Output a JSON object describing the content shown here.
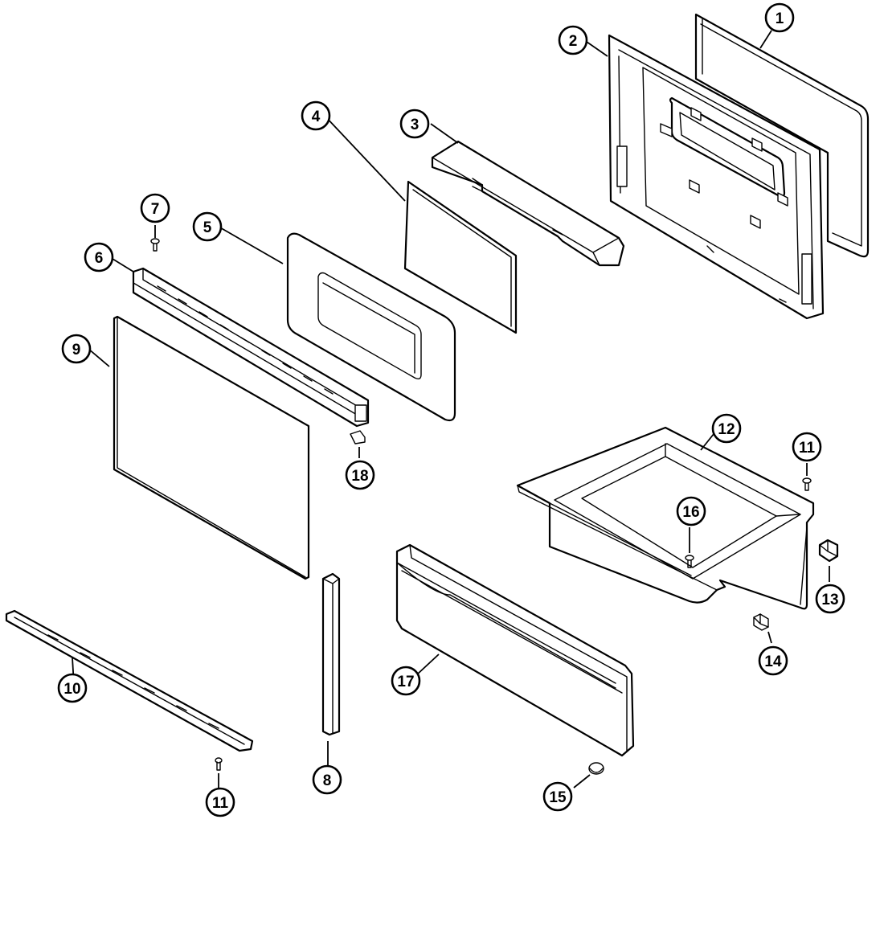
{
  "callouts": [
    {
      "id": "c1",
      "label": "1"
    },
    {
      "id": "c2",
      "label": "2"
    },
    {
      "id": "c3",
      "label": "3"
    },
    {
      "id": "c4",
      "label": "4"
    },
    {
      "id": "c5",
      "label": "5"
    },
    {
      "id": "c6",
      "label": "6"
    },
    {
      "id": "c7",
      "label": "7"
    },
    {
      "id": "c8",
      "label": "8"
    },
    {
      "id": "c9",
      "label": "9"
    },
    {
      "id": "c10",
      "label": "10"
    },
    {
      "id": "c11a",
      "label": "11"
    },
    {
      "id": "c11b",
      "label": "11"
    },
    {
      "id": "c12",
      "label": "12"
    },
    {
      "id": "c13",
      "label": "13"
    },
    {
      "id": "c14",
      "label": "14"
    },
    {
      "id": "c15",
      "label": "15"
    },
    {
      "id": "c16",
      "label": "16"
    },
    {
      "id": "c17",
      "label": "17"
    },
    {
      "id": "c18",
      "label": "18"
    }
  ]
}
